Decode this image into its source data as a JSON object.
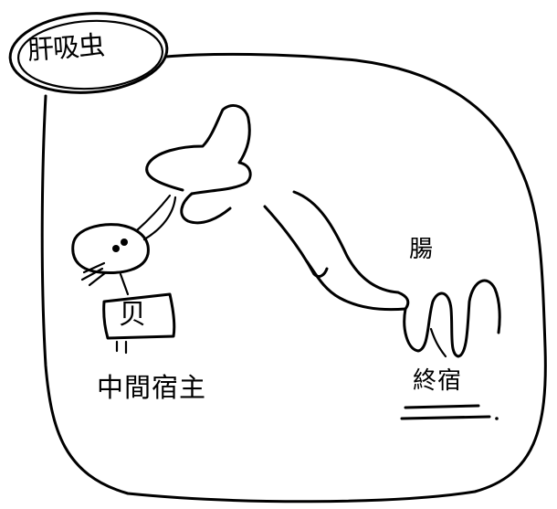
{
  "title": "肝吸虫",
  "labels": {
    "snail_sign": "贝",
    "intermediate_host": "中間宿主",
    "intestine": "腸",
    "final_host": "終宿"
  },
  "ink_color": "#000000"
}
